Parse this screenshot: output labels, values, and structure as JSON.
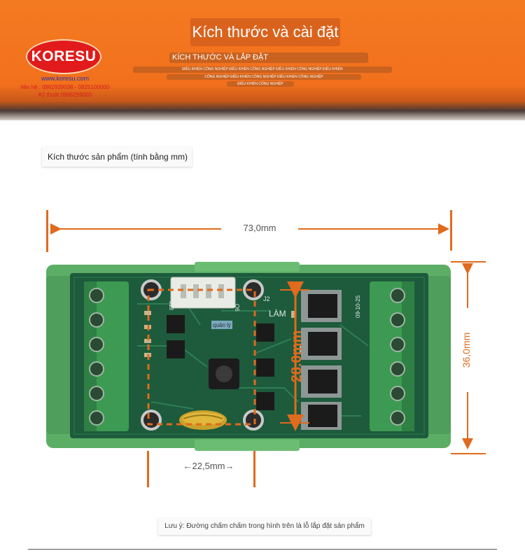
{
  "header": {
    "title": "Kích thước và cài đặt",
    "subtitle": "KÍCH THƯỚC VÀ LẮP ĐẶT",
    "line1": "ĐIỀU KHIỂN CÔNG NGHIỆP ĐIỀU KHIỂN CÔNG NGHIỆP ĐIỀU KHIỂN CÔNG NGHIỆP ĐIỀU KHIỂN",
    "line2": "CÔNG NGHIỆP ĐIỀU KHIỂN CÔNG NGHIỆP ĐIỀU KHIỂN CÔNG NGHIỆP",
    "line3": "ĐIỀU KHIỂN CÔNG NGHIỆP"
  },
  "brand": {
    "logo": "KORESU",
    "website": "www.koresu.com",
    "contact": "liên hệ : 0962939038 - 0825100000",
    "tech": "Kỹ thuật 0966299000",
    "colors": {
      "orange": "#f47a22",
      "logo_red": "#e11b1b",
      "dimension": "#e06a1d",
      "pcb_green": "#1b5a3a",
      "terminal_green": "#3d9a52"
    }
  },
  "main": {
    "size_title": "Kích thước sản phẩm (tính bằng mm)",
    "width_label": "73,0mm",
    "height_label": "36,0mm",
    "inner_label": "28.0mm",
    "hole_spacing_label": "←22,5mm→",
    "note": "Lưu ý: Đường chấm chấm trong hình trên là lỗ lắp đặt sản phẩm"
  },
  "board": {
    "silk_lam": "LÀM",
    "silk_quanly": "quản lý",
    "silk_j2": "J2",
    "silk_date": "09-10-25",
    "silk_j13": "J13",
    "silk_q6": "Q6"
  }
}
